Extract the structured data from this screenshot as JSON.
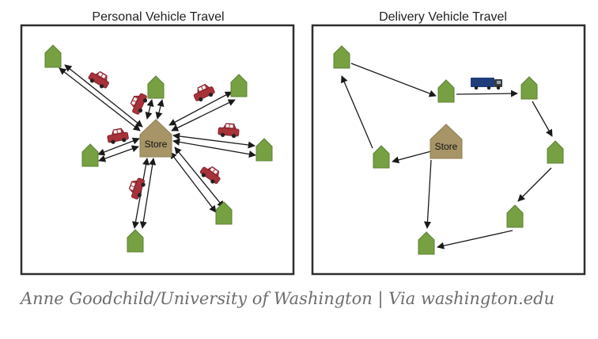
{
  "panels": [
    {
      "title": "Personal Vehicle Travel",
      "store_label": "Store"
    },
    {
      "title": "Delivery Vehicle Travel",
      "store_label": "Store"
    }
  ],
  "caption": "Anne Goodchild/University of Washington | Via washington.edu",
  "colors": {
    "house_green": "#77a043",
    "house_green_dark": "#5c8033",
    "store_tan": "#a79567",
    "car_red": "#a8323a",
    "truck_blue": "#1f3d7a",
    "truck_dark": "#3b3b3b",
    "frame": "#2e2e2e",
    "arrow": "#1a1a1a",
    "caption_gray": "#6d6d6d"
  }
}
